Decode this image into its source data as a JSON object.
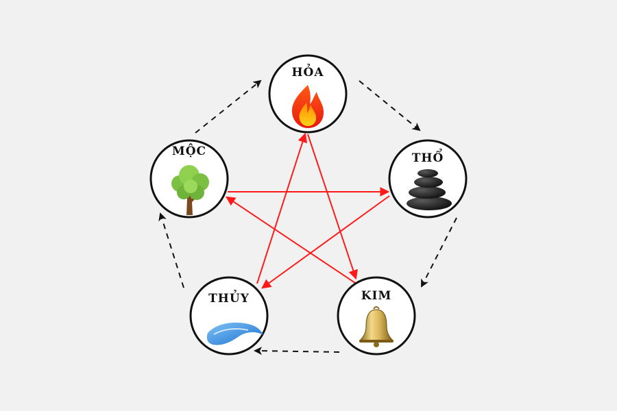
{
  "diagram": {
    "elements": [
      {
        "id": "hoa",
        "label": "HỎA",
        "icon": "fire-icon"
      },
      {
        "id": "tho",
        "label": "THỔ",
        "icon": "stacked-stones-icon"
      },
      {
        "id": "kim",
        "label": "KIM",
        "icon": "bell-icon"
      },
      {
        "id": "thuy",
        "label": "THỦY",
        "icon": "water-wave-icon"
      },
      {
        "id": "moc",
        "label": "MỘC",
        "icon": "tree-icon"
      }
    ],
    "generating_cycle": {
      "style": "dashed",
      "color": "#111111",
      "edges": [
        [
          "hoa",
          "tho"
        ],
        [
          "tho",
          "kim"
        ],
        [
          "kim",
          "thuy"
        ],
        [
          "thuy",
          "moc"
        ],
        [
          "moc",
          "hoa"
        ]
      ]
    },
    "overcoming_cycle": {
      "style": "solid",
      "color": "#ff1a1a",
      "edges": [
        [
          "hoa",
          "kim"
        ],
        [
          "kim",
          "moc"
        ],
        [
          "moc",
          "tho"
        ],
        [
          "tho",
          "thuy"
        ],
        [
          "thuy",
          "hoa"
        ]
      ]
    }
  }
}
